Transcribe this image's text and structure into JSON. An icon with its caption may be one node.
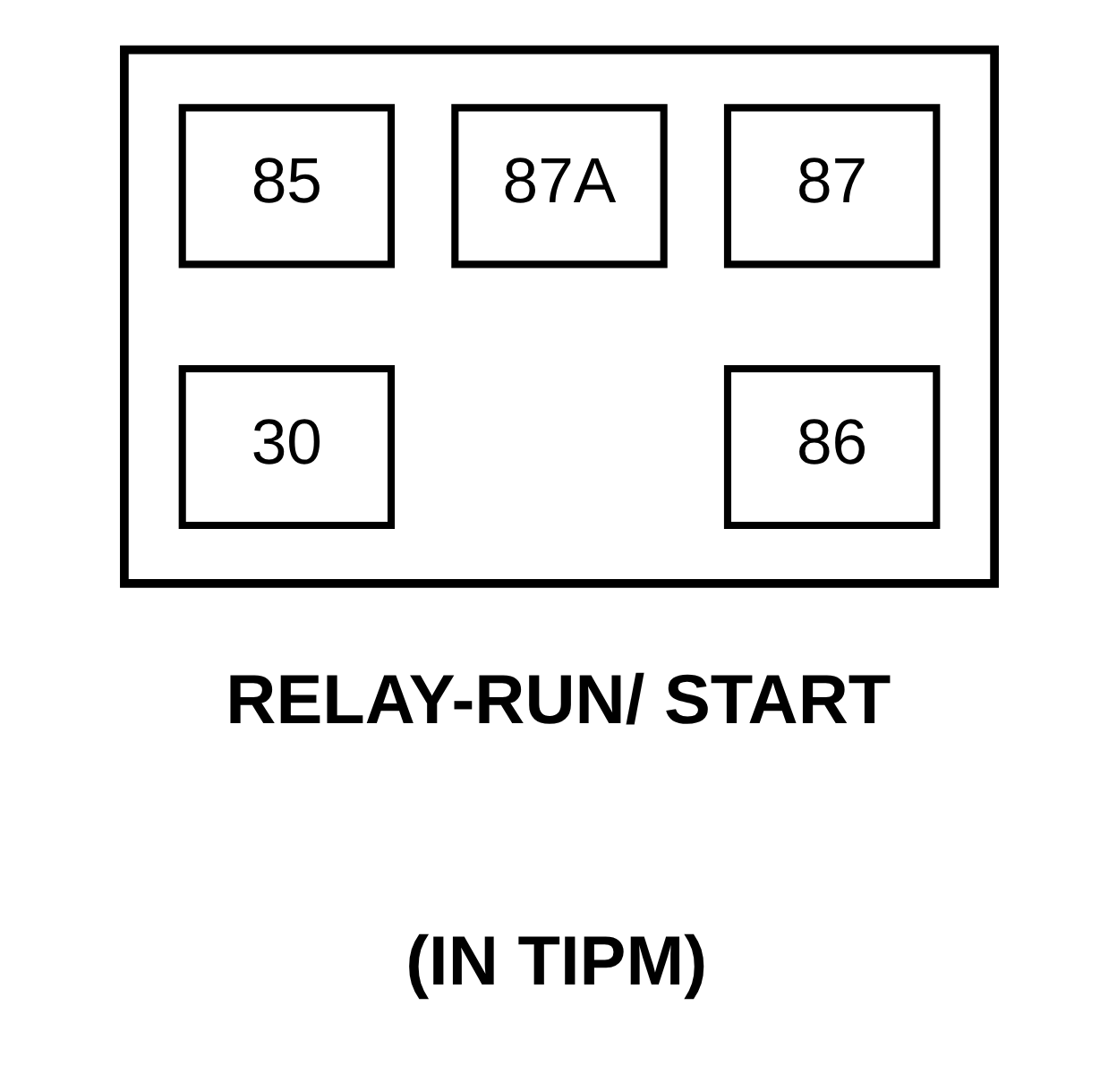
{
  "diagram": {
    "nodes": [
      {
        "text": [],
        "shape": "box",
        "beside": [
          "RELAY-RUN/ START",
          "(IN TIPM)"
        ]
      },
      {
        "text": [
          "85"
        ],
        "in": 0
      },
      {
        "text": [
          "87A"
        ],
        "in": 0
      },
      {
        "text": [
          "87"
        ],
        "in": 0
      },
      {
        "text": [
          "30"
        ],
        "in": 0
      },
      {
        "text": [
          "86"
        ],
        "in": 0
      }
    ],
    "edges": []
  }
}
